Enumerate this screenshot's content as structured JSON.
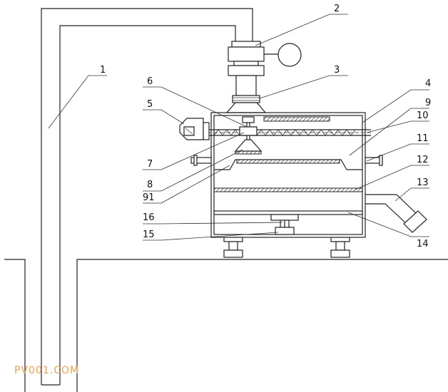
{
  "watermark": "PV001.COM",
  "labels": {
    "l1": "1",
    "l2": "2",
    "l3": "3",
    "l4": "4",
    "l5": "5",
    "l6": "6",
    "l7": "7",
    "l8": "8",
    "l9": "9",
    "l10": "10",
    "l11": "11",
    "l12": "12",
    "l13": "13",
    "l14": "14",
    "l15": "15",
    "l16": "16",
    "l91": "91"
  }
}
